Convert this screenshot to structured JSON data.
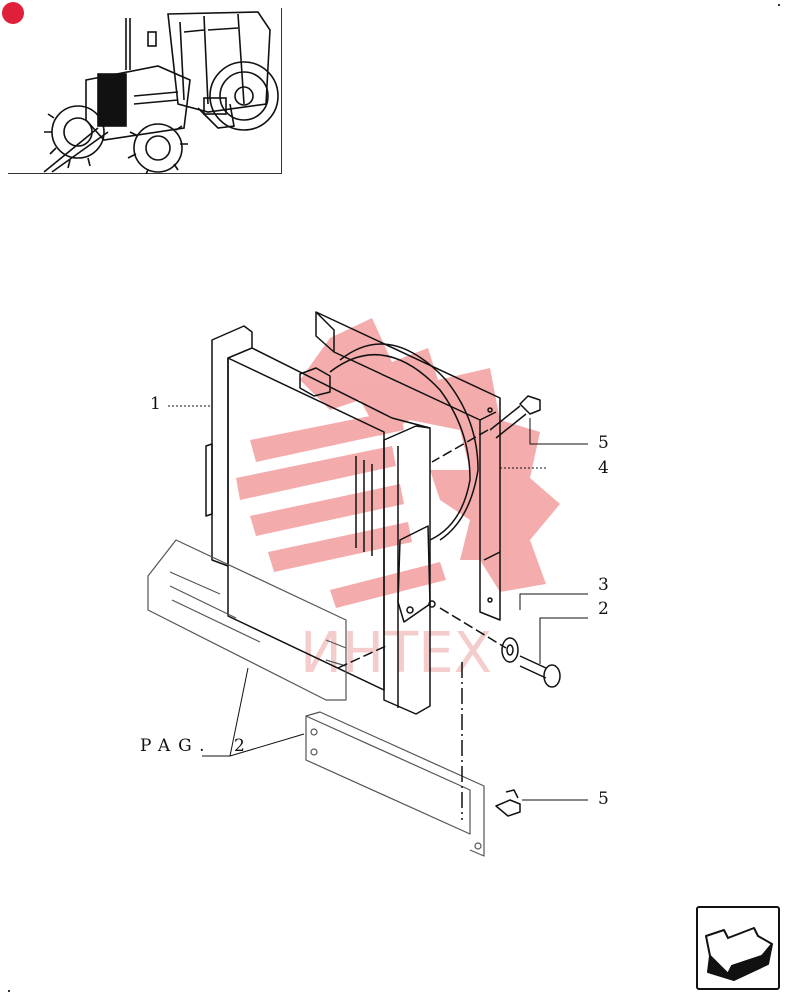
{
  "callouts": {
    "part_1": "1",
    "part_5_upper": "5",
    "part_4": "4",
    "part_3": "3",
    "part_2": "2",
    "part_5_lower": "5"
  },
  "page_reference": {
    "prefix": "PAG.",
    "number": "2"
  },
  "watermark_text": "ИНТЕХ",
  "colors": {
    "watermark": "#f3a3a3",
    "line": "#111111",
    "page_indicator": "#e0203a"
  },
  "icons": {
    "nav_button": "next-page-arrow-icon",
    "indicator": "page-indicator-icon"
  }
}
